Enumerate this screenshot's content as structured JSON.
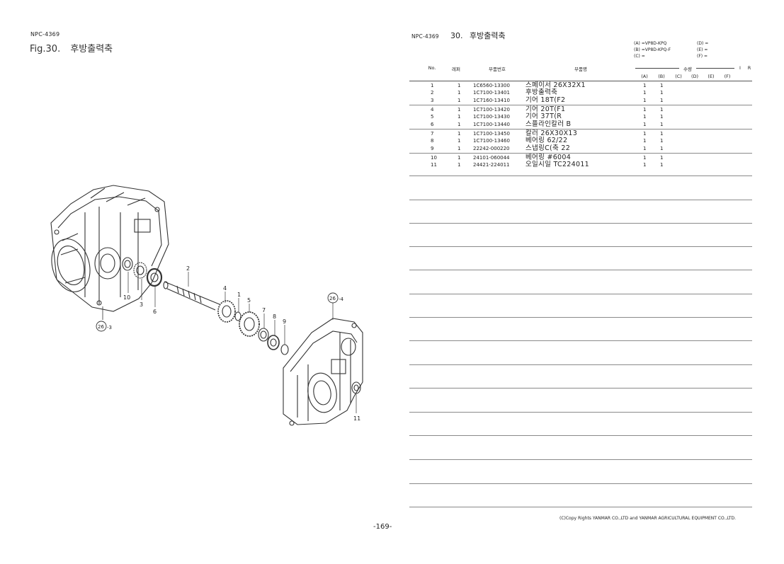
{
  "left_page": {
    "doc_code": "NPC-4369",
    "fig_number": "Fig.30.",
    "fig_title": "후방출력축",
    "callouts": [
      "2",
      "4",
      "1",
      "5",
      "7",
      "8",
      "9",
      "10",
      "3",
      "6",
      "26",
      "-3",
      "26",
      "-4",
      "11"
    ]
  },
  "right_page": {
    "doc_code": "NPC-4369",
    "section_number": "30.",
    "section_title": "후방출력축",
    "models": {
      "a": "(A) =VP8D-KPQ",
      "b": "(B) =VP8D-KPQ-F",
      "c": "(C) =",
      "d": "(D) =",
      "e": "(E) =",
      "f": "(F) ="
    },
    "headers": {
      "no": "No.",
      "ref": "레퍼",
      "part_no": "부품번호",
      "part_name": "부품명",
      "qty": "수량",
      "i": "I",
      "r": "R",
      "col_a": "(A)",
      "col_b": "(B)",
      "col_c": "(C)",
      "col_d": "(D)",
      "col_e": "(E)",
      "col_f": "(F)"
    },
    "rows": [
      {
        "no": "1",
        "ref": "1",
        "part_no": "1C6560-13300",
        "name": "스페이서 26X32X1",
        "a": "1",
        "b": "1"
      },
      {
        "no": "2",
        "ref": "1",
        "part_no": "1C7100-13401",
        "name": "후방출력축",
        "a": "1",
        "b": "1"
      },
      {
        "no": "3",
        "ref": "1",
        "part_no": "1C7160-13410",
        "name": "기어 18T(F2",
        "a": "1",
        "b": "1"
      },
      {
        "no": "4",
        "ref": "1",
        "part_no": "1C7100-13420",
        "name": "기어 20T(F1",
        "a": "1",
        "b": "1"
      },
      {
        "no": "5",
        "ref": "1",
        "part_no": "1C7100-13430",
        "name": "기어 37T(R",
        "a": "1",
        "b": "1"
      },
      {
        "no": "6",
        "ref": "1",
        "part_no": "1C7100-13440",
        "name": "스플라인칼러 B",
        "a": "1",
        "b": "1"
      },
      {
        "no": "7",
        "ref": "1",
        "part_no": "1C7100-13450",
        "name": "칼러 26X30X13",
        "a": "1",
        "b": "1"
      },
      {
        "no": "8",
        "ref": "1",
        "part_no": "1C7100-13460",
        "name": "베어링 62/22",
        "a": "1",
        "b": "1"
      },
      {
        "no": "9",
        "ref": "1",
        "part_no": "22242-000220",
        "name": "스냅링C(축 22",
        "a": "1",
        "b": "1"
      },
      {
        "no": "10",
        "ref": "1",
        "part_no": "24101-060044",
        "name": "베어링 #6004",
        "a": "1",
        "b": "1"
      },
      {
        "no": "11",
        "ref": "1",
        "part_no": "24421-224011",
        "name": "오일시일 TC224011",
        "a": "1",
        "b": "1"
      }
    ],
    "copyright": "(C)Copy Rights YANMAR CO.,LTD and YANMAR AGRICULTURAL EQUIPMENT CO.,LTD."
  },
  "page_number": "-169-"
}
